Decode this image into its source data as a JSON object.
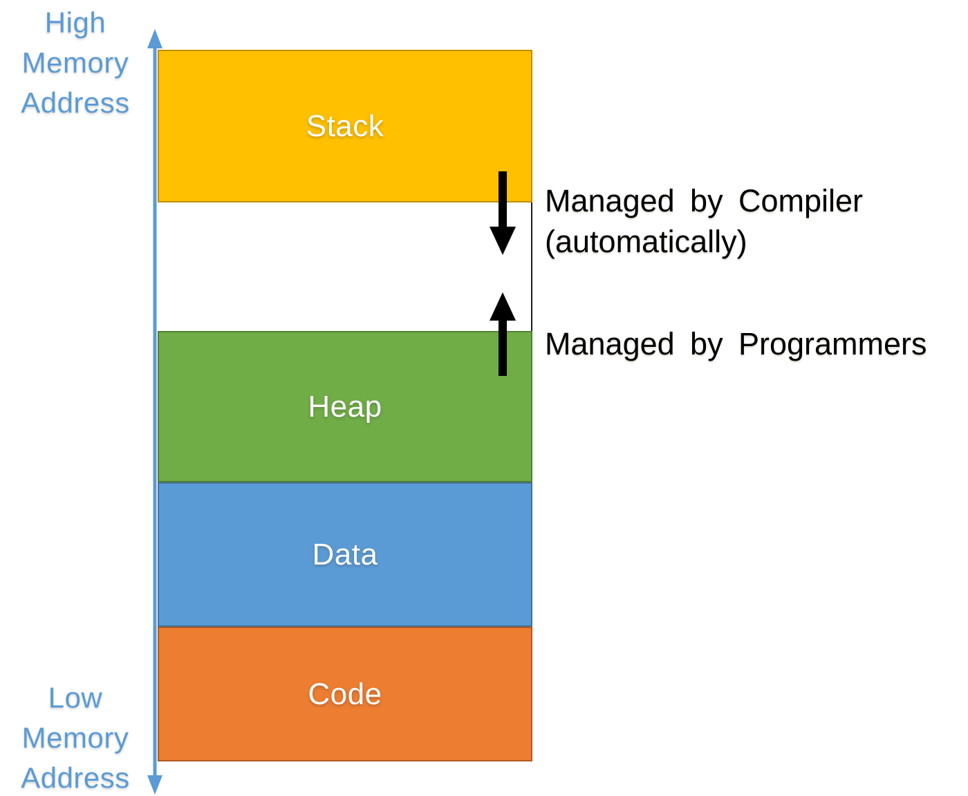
{
  "axis": {
    "color": "#5B9BD5",
    "top_label_lines": [
      "High",
      "Memory",
      "Address"
    ],
    "bottom_label_lines": [
      "Low",
      "Memory",
      "Address"
    ]
  },
  "memory_blocks": [
    {
      "label": "Stack",
      "fill": "#FFC000",
      "border": "#BF8F00",
      "text_color": "#FFFFFF"
    },
    {
      "label": "Heap",
      "fill": "#70AD47",
      "border": "#507E32",
      "text_color": "#FFFFFF"
    },
    {
      "label": "Data",
      "fill": "#5B9BD5",
      "border": "#41719C",
      "text_color": "#FFFFFF"
    },
    {
      "label": "Code",
      "fill": "#ED7D31",
      "border": "#AE5A21",
      "text_color": "#FFFFFF"
    }
  ],
  "annotations": {
    "arrow_color": "#000000",
    "compiler": {
      "line1": "Managed by Compiler",
      "line2": "(automatically)",
      "color": "#000000",
      "arrow": "down"
    },
    "programmers": {
      "line1": "Managed by Programmers",
      "color": "#000000",
      "arrow": "up"
    }
  }
}
